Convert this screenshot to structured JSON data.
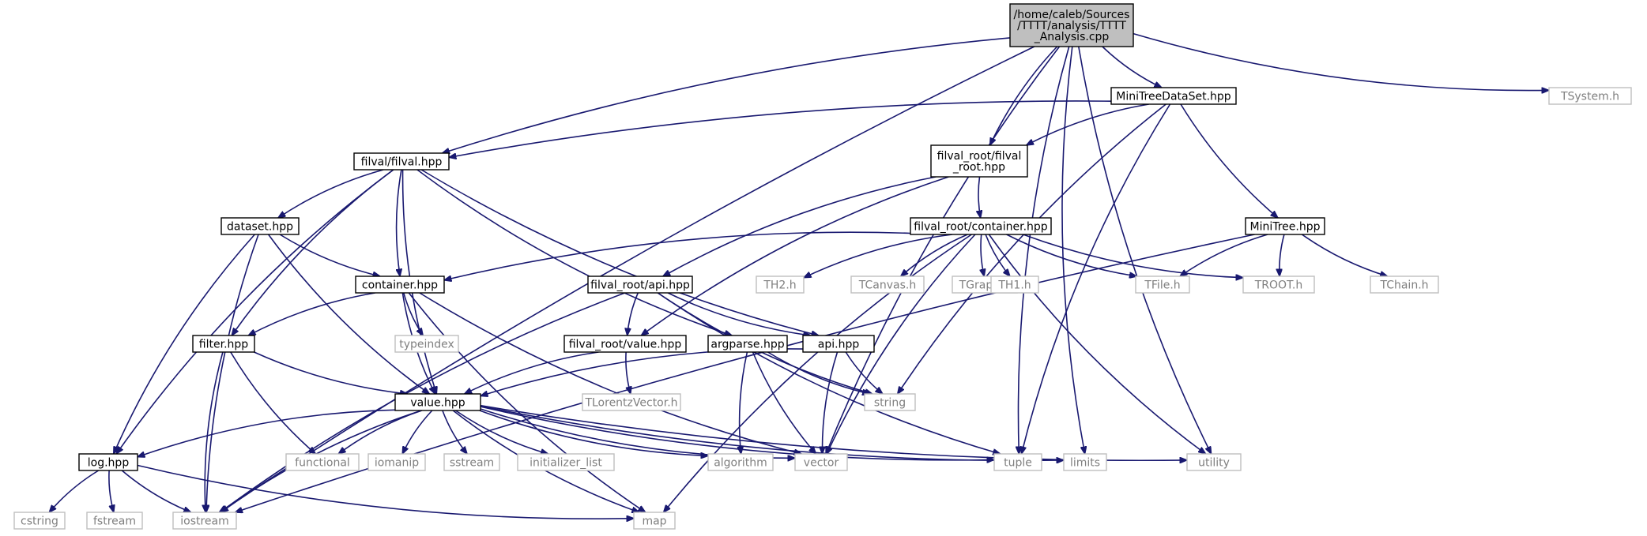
{
  "diagram": {
    "nodes": [
      {
        "id": "root",
        "kind": "root",
        "lines": [
          "/home/caleb/Sources",
          "/TTTT/analysis/TTTT",
          "_Analysis.cpp"
        ]
      },
      {
        "id": "minitreedataset",
        "kind": "file",
        "lines": [
          "MiniTreeDataSet.hpp"
        ]
      },
      {
        "id": "tsystem",
        "kind": "system",
        "lines": [
          "TSystem.h"
        ]
      },
      {
        "id": "filval_filval",
        "kind": "file",
        "lines": [
          "filval/filval.hpp"
        ]
      },
      {
        "id": "filval_root_filval",
        "kind": "file",
        "lines": [
          "filval_root/filval",
          "_root.hpp"
        ]
      },
      {
        "id": "dataset",
        "kind": "file",
        "lines": [
          "dataset.hpp"
        ]
      },
      {
        "id": "filval_root_container",
        "kind": "file",
        "lines": [
          "filval_root/container.hpp"
        ]
      },
      {
        "id": "minitree",
        "kind": "file",
        "lines": [
          "MiniTree.hpp"
        ]
      },
      {
        "id": "container",
        "kind": "file",
        "lines": [
          "container.hpp"
        ]
      },
      {
        "id": "filval_root_api",
        "kind": "file",
        "lines": [
          "filval_root/api.hpp"
        ]
      },
      {
        "id": "th2",
        "kind": "system",
        "lines": [
          "TH2.h"
        ]
      },
      {
        "id": "tcanvas",
        "kind": "system",
        "lines": [
          "TCanvas.h"
        ]
      },
      {
        "id": "tgraph",
        "kind": "system",
        "lines": [
          "TGraph.h"
        ]
      },
      {
        "id": "th1",
        "kind": "system",
        "lines": [
          "TH1.h"
        ]
      },
      {
        "id": "tfile",
        "kind": "system",
        "lines": [
          "TFile.h"
        ]
      },
      {
        "id": "troot",
        "kind": "system",
        "lines": [
          "TROOT.h"
        ]
      },
      {
        "id": "tchain",
        "kind": "system",
        "lines": [
          "TChain.h"
        ]
      },
      {
        "id": "filter",
        "kind": "file",
        "lines": [
          "filter.hpp"
        ]
      },
      {
        "id": "typeindex",
        "kind": "system",
        "lines": [
          "typeindex"
        ]
      },
      {
        "id": "filval_root_value",
        "kind": "file",
        "lines": [
          "filval_root/value.hpp"
        ]
      },
      {
        "id": "argparse",
        "kind": "file",
        "lines": [
          "argparse.hpp"
        ]
      },
      {
        "id": "api",
        "kind": "file",
        "lines": [
          "api.hpp"
        ]
      },
      {
        "id": "value",
        "kind": "file",
        "lines": [
          "value.hpp"
        ]
      },
      {
        "id": "tlorentzvector",
        "kind": "system",
        "lines": [
          "TLorentzVector.h"
        ]
      },
      {
        "id": "string",
        "kind": "system",
        "lines": [
          "string"
        ]
      },
      {
        "id": "log",
        "kind": "file",
        "lines": [
          "log.hpp"
        ]
      },
      {
        "id": "functional",
        "kind": "system",
        "lines": [
          "functional"
        ]
      },
      {
        "id": "iomanip",
        "kind": "system",
        "lines": [
          "iomanip"
        ]
      },
      {
        "id": "sstream",
        "kind": "system",
        "lines": [
          "sstream"
        ]
      },
      {
        "id": "initializer_list",
        "kind": "system",
        "lines": [
          "initializer_list"
        ]
      },
      {
        "id": "algorithm",
        "kind": "system",
        "lines": [
          "algorithm"
        ]
      },
      {
        "id": "vector",
        "kind": "system",
        "lines": [
          "vector"
        ]
      },
      {
        "id": "tuple",
        "kind": "system",
        "lines": [
          "tuple"
        ]
      },
      {
        "id": "limits",
        "kind": "system",
        "lines": [
          "limits"
        ]
      },
      {
        "id": "utility",
        "kind": "system",
        "lines": [
          "utility"
        ]
      },
      {
        "id": "cstring",
        "kind": "system",
        "lines": [
          "cstring"
        ]
      },
      {
        "id": "fstream",
        "kind": "system",
        "lines": [
          "fstream"
        ]
      },
      {
        "id": "iostream",
        "kind": "system",
        "lines": [
          "iostream"
        ]
      },
      {
        "id": "map",
        "kind": "system",
        "lines": [
          "map"
        ]
      }
    ],
    "edges": [
      [
        "root",
        "minitreedataset"
      ],
      [
        "root",
        "tsystem"
      ],
      [
        "root",
        "filval_filval"
      ],
      [
        "root",
        "filval_root_filval"
      ],
      [
        "root",
        "iostream"
      ],
      [
        "root",
        "vector"
      ],
      [
        "root",
        "tuple"
      ],
      [
        "root",
        "limits"
      ],
      [
        "root",
        "utility"
      ],
      [
        "minitreedataset",
        "filval_filval"
      ],
      [
        "minitreedataset",
        "filval_root_filval"
      ],
      [
        "minitreedataset",
        "minitree"
      ],
      [
        "minitreedataset",
        "string"
      ],
      [
        "minitreedataset",
        "tuple"
      ],
      [
        "filval_filval",
        "dataset"
      ],
      [
        "filval_filval",
        "container"
      ],
      [
        "filval_filval",
        "filter"
      ],
      [
        "filval_filval",
        "value"
      ],
      [
        "filval_filval",
        "log"
      ],
      [
        "filval_filval",
        "argparse"
      ],
      [
        "filval_filval",
        "api"
      ],
      [
        "filval_root_filval",
        "filval_root_container"
      ],
      [
        "filval_root_filval",
        "filval_root_api"
      ],
      [
        "filval_root_filval",
        "filval_root_value"
      ],
      [
        "filval_root_container",
        "container"
      ],
      [
        "filval_root_container",
        "th2"
      ],
      [
        "filval_root_container",
        "tcanvas"
      ],
      [
        "filval_root_container",
        "tgraph"
      ],
      [
        "filval_root_container",
        "th1"
      ],
      [
        "filval_root_container",
        "tfile"
      ],
      [
        "filval_root_container",
        "troot"
      ],
      [
        "filval_root_container",
        "utility"
      ],
      [
        "filval_root_container",
        "map"
      ],
      [
        "filval_root_container",
        "vector"
      ],
      [
        "minitree",
        "tfile"
      ],
      [
        "minitree",
        "troot"
      ],
      [
        "minitree",
        "tchain"
      ],
      [
        "minitree",
        "iostream"
      ],
      [
        "dataset",
        "container"
      ],
      [
        "dataset",
        "log"
      ],
      [
        "dataset",
        "value"
      ],
      [
        "dataset",
        "iostream"
      ],
      [
        "container",
        "filter"
      ],
      [
        "container",
        "typeindex"
      ],
      [
        "container",
        "value"
      ],
      [
        "container",
        "vector"
      ],
      [
        "container",
        "map"
      ],
      [
        "filval_root_api",
        "filval_root_value"
      ],
      [
        "filval_root_api",
        "api"
      ],
      [
        "filval_root_api",
        "string"
      ],
      [
        "filval_root_api",
        "tuple"
      ],
      [
        "filval_root_api",
        "iostream"
      ],
      [
        "filter",
        "value"
      ],
      [
        "filter",
        "functional"
      ],
      [
        "filter",
        "iostream"
      ],
      [
        "filval_root_value",
        "value"
      ],
      [
        "filval_root_value",
        "tlorentzvector"
      ],
      [
        "argparse",
        "algorithm"
      ],
      [
        "argparse",
        "vector"
      ],
      [
        "argparse",
        "string"
      ],
      [
        "api",
        "value"
      ],
      [
        "api",
        "vector"
      ],
      [
        "api",
        "string"
      ],
      [
        "value",
        "log"
      ],
      [
        "value",
        "functional"
      ],
      [
        "value",
        "iomanip"
      ],
      [
        "value",
        "sstream"
      ],
      [
        "value",
        "initializer_list"
      ],
      [
        "value",
        "algorithm"
      ],
      [
        "value",
        "vector"
      ],
      [
        "value",
        "tuple"
      ],
      [
        "value",
        "limits"
      ],
      [
        "value",
        "utility"
      ],
      [
        "value",
        "iostream"
      ],
      [
        "value",
        "map"
      ],
      [
        "log",
        "cstring"
      ],
      [
        "log",
        "fstream"
      ],
      [
        "log",
        "iostream"
      ],
      [
        "log",
        "map"
      ]
    ]
  }
}
